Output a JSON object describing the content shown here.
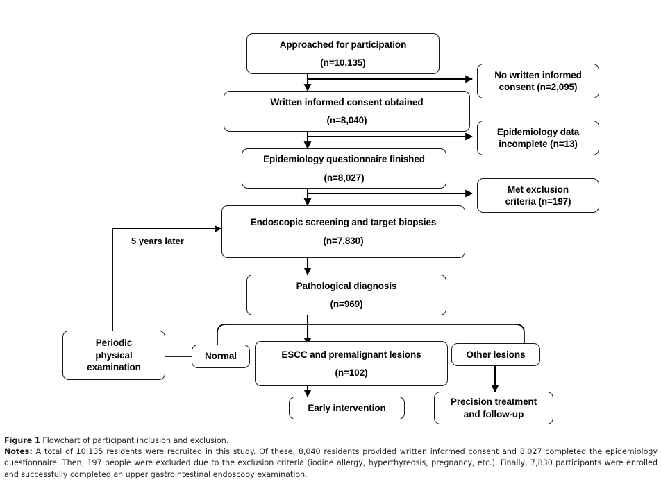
{
  "figure": {
    "label": "Figure 1",
    "title": "Flowchart of participant inclusion and exclusion.",
    "notes_label": "Notes:",
    "notes": "A total of 10,135 residents were recruited in this study. Of these, 8,040 residents provided written informed consent and 8,027 completed the epidemiology questionnaire. Then, 197 people were excluded due to the exclusion criteria (iodine allergy, hyperthyreosis, pregnancy, etc.). Finally, 7,830 participants were enrolled and successfully completed an upper gastrointestinal endoscopy examination."
  },
  "flowchart": {
    "type": "flowchart",
    "stroke_color": "#1a1a1a",
    "background": "#ffffff",
    "nodes": [
      {
        "id": "approached",
        "line1": "Approached for participation",
        "line2": "(n=10,135)"
      },
      {
        "id": "consent",
        "line1": "Written informed consent obtained",
        "line2": "(n=8,040)"
      },
      {
        "id": "questionnaire",
        "line1": "Epidemiology questionnaire finished",
        "line2": "(n=8,027)"
      },
      {
        "id": "endoscopic",
        "line1": "Endoscopic screening and target  biopsies",
        "line2": "(n=7,830)"
      },
      {
        "id": "pathological",
        "line1": "Pathological diagnosis",
        "line2": "(n=969)"
      },
      {
        "id": "no-consent",
        "line1": "No written informed",
        "line2": "consent (n=2,095)"
      },
      {
        "id": "incomplete",
        "line1": "Epidemiology data",
        "line2": "incomplete (n=13)"
      },
      {
        "id": "excluded",
        "line1": "Met exclusion",
        "line2": "criteria (n=197)"
      },
      {
        "id": "periodic",
        "line1": "Periodic",
        "line2": "physical",
        "line3": "examination"
      },
      {
        "id": "normal",
        "line1": "Normal",
        "line2": ""
      },
      {
        "id": "escc",
        "line1": "ESCC and premalignant lesions",
        "line2": "(n=102)"
      },
      {
        "id": "other-lesions",
        "line1": "Other lesions",
        "line2": ""
      },
      {
        "id": "early",
        "line1": "Early intervention",
        "line2": ""
      },
      {
        "id": "precision",
        "line1": "Precision treatment",
        "line2": "and follow-up"
      }
    ],
    "edge_labels": [
      {
        "id": "five-years",
        "text": "5 years later"
      }
    ],
    "counts": {
      "approached": 10135,
      "consent": 8040,
      "questionnaire": 8027,
      "endoscopic": 7830,
      "pathological": 969,
      "no_consent": 2095,
      "incomplete": 13,
      "excluded": 197,
      "escc": 102
    }
  }
}
